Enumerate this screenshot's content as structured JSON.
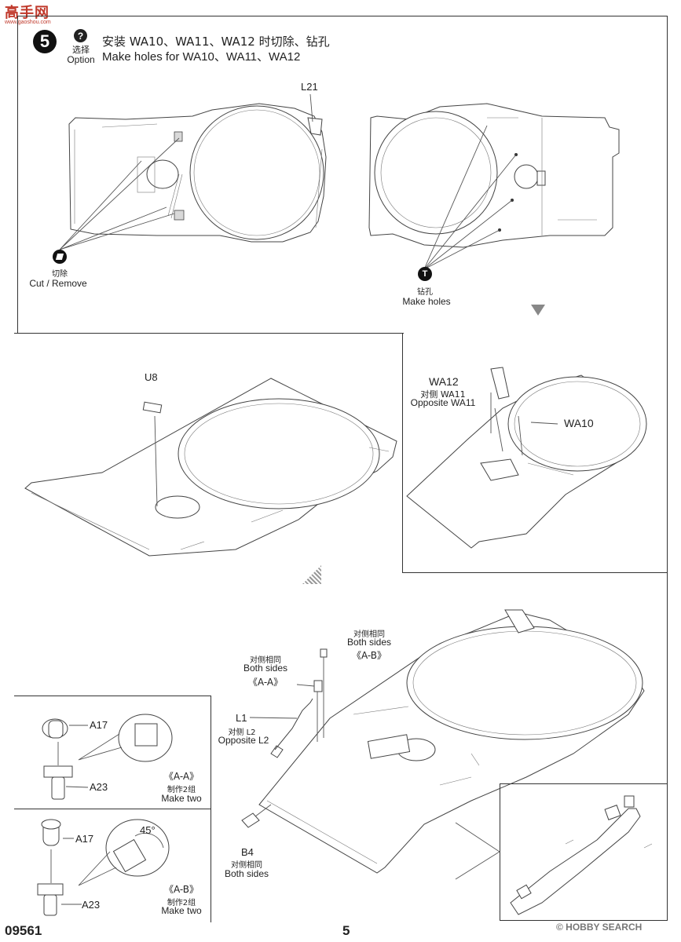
{
  "watermark": {
    "text": "高手网",
    "sub": "www.gaoshou.com"
  },
  "step": {
    "number": "5"
  },
  "option": {
    "cn": "选择",
    "en": "Option"
  },
  "header": {
    "title_cn": "安装 WA10、WA11、WA12 时切除、钻孔",
    "title_en": "Make holes for WA10、WA11、WA12"
  },
  "top": {
    "l21": "L21",
    "cut_cn": "切除",
    "cut_en": "Cut / Remove",
    "drill_cn": "钻孔",
    "drill_en": "Make holes"
  },
  "mid": {
    "u8": "U8",
    "wa12": "WA12",
    "wa11_cn": "对侧 WA11",
    "wa11_en": "Opposite WA11",
    "wa10": "WA10"
  },
  "bottom": {
    "ab_cn": "对侧相同",
    "ab_en": "Both sides",
    "ab_ref": "《A-B》",
    "aa_cn": "对侧相同",
    "aa_en": "Both sides",
    "aa_ref": "《A-A》",
    "l1": "L1",
    "l2_cn": "对侧 L2",
    "l2_en": "Opposite L2",
    "b4": "B4",
    "b4_cn": "对侧相同",
    "b4_en": "Both sides"
  },
  "detail_aa": {
    "a17": "A17",
    "a23": "A23",
    "ref": "《A-A》",
    "make_cn": "制作2组",
    "make_en": "Make two"
  },
  "detail_ab": {
    "a17": "A17",
    "a23": "A23",
    "angle": "45°",
    "ref": "《A-B》",
    "make_cn": "制作2组",
    "make_en": "Make two"
  },
  "footer": {
    "code": "09561",
    "page": "5",
    "credit": "© HOBBY SEARCH"
  }
}
